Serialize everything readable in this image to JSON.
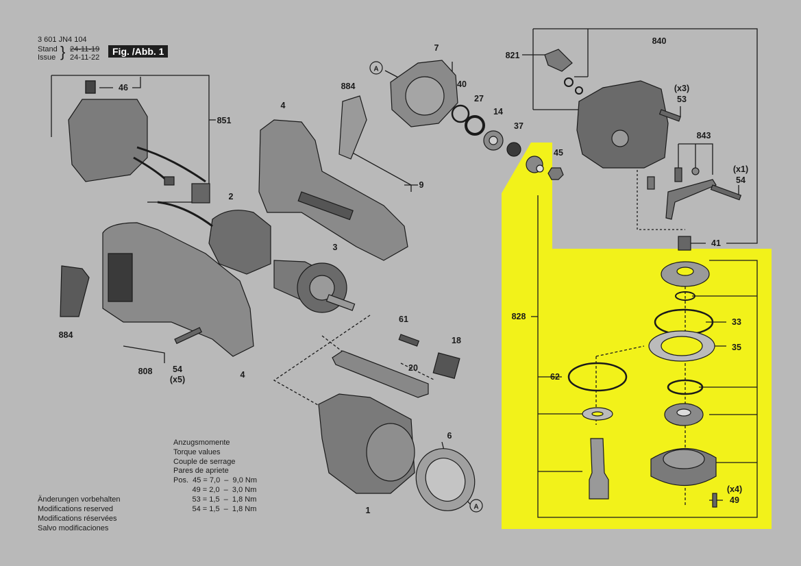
{
  "header": {
    "doc_number": "3 601 JN4 104",
    "stand_label": "Stand",
    "issue_label": "Issue",
    "stand_date": "24-11-19",
    "issue_date": "24-11-22",
    "figure_label": "Fig. /Abb. 1"
  },
  "torque": {
    "titles": [
      "Anzugsmomente",
      "Torque values",
      "Couple de serrage",
      "Pares de apriete"
    ],
    "rows": [
      "Pos.  45 = 7,0  –  9,0 Nm",
      "         49 = 2,0  –  3,0 Nm",
      "         53 = 1,5  –  1,8 Nm",
      "         54 = 1,5  –  1,8 Nm"
    ]
  },
  "footer": [
    "Änderungen vorbehalten",
    "Modifications reserved",
    "Modifications réservées",
    "Salvo modificaciones"
  ],
  "callouts": {
    "c1": "1",
    "c2": "2",
    "c3": "3",
    "c4a": "4",
    "c4b": "4",
    "c6": "6",
    "c7": "7",
    "c9": "9",
    "c14": "14",
    "c18": "18",
    "c20": "20",
    "c27": "27",
    "c33": "33",
    "c35": "35",
    "c37": "37",
    "c40": "40",
    "c41": "41",
    "c45": "45",
    "c46": "46",
    "c49": "49",
    "c53": "53",
    "c54a": "54",
    "c54b": "54",
    "c61": "61",
    "c62": "62",
    "c808": "808",
    "c821": "821",
    "c828": "828",
    "c840": "840",
    "c843": "843",
    "c851": "851",
    "c884a": "884",
    "c884b": "884",
    "x3": "(x3)",
    "x1": "(x1)",
    "x5": "(x5)",
    "x4": "(x4)",
    "refA1": "A",
    "refA2": "A"
  },
  "colors": {
    "background": "#b9b9b9",
    "highlight": "#f2f21a",
    "ink": "#1a1a1a",
    "part": "#7c7c7c"
  }
}
